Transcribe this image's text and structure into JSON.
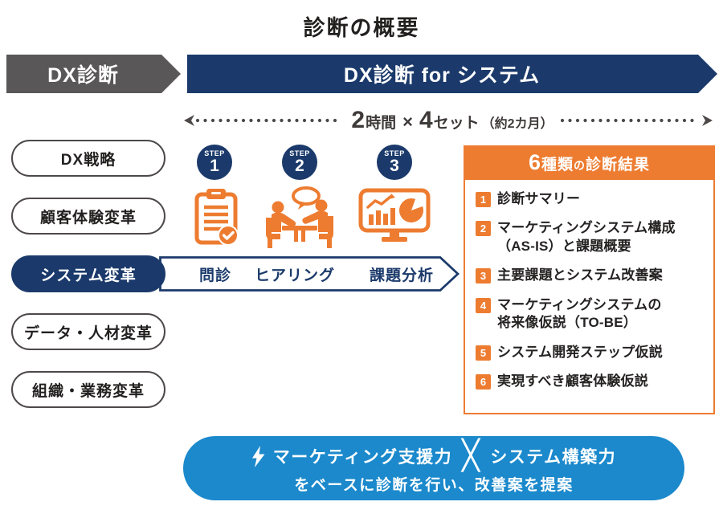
{
  "title": "診断の概要",
  "banners": {
    "left": "DX診断",
    "right": "DX診断 for システム"
  },
  "timeline": {
    "num1": "2",
    "unit1": "時間",
    "times": "×",
    "num2": "4",
    "unit2": "セット",
    "note": "（約2カ月）"
  },
  "pills": [
    {
      "label": "DX戦略",
      "active": false
    },
    {
      "label": "顧客体験変革",
      "active": false
    },
    {
      "label": "システム変革",
      "active": true
    },
    {
      "label": "データ・人材変革",
      "active": false
    },
    {
      "label": "組織・業務変革",
      "active": false
    }
  ],
  "steps": [
    {
      "word": "STEP",
      "num": "1",
      "task": "問診",
      "icon": "clipboard-check-icon"
    },
    {
      "word": "STEP",
      "num": "2",
      "task": "ヒアリング",
      "icon": "interview-icon"
    },
    {
      "word": "STEP",
      "num": "3",
      "task": "課題分析",
      "icon": "analysis-monitor-icon"
    }
  ],
  "results": {
    "header": {
      "count": "6",
      "unit": "種類",
      "particle": "の",
      "rest": "診断結果"
    },
    "items": [
      {
        "num": "1",
        "lines": [
          "診断サマリー"
        ]
      },
      {
        "num": "2",
        "lines": [
          "マーケティングシステム構成",
          "（AS-IS）と課題概要"
        ]
      },
      {
        "num": "3",
        "lines": [
          "主要課題とシステム改善案"
        ]
      },
      {
        "num": "4",
        "lines": [
          "マーケティングシステムの",
          "将来像仮説（TO-BE）"
        ]
      },
      {
        "num": "5",
        "lines": [
          "システム開発ステップ仮説"
        ]
      },
      {
        "num": "6",
        "lines": [
          "実現すべき顧客体験仮説"
        ]
      }
    ]
  },
  "footer": {
    "strength1": "マーケティング支援力",
    "times": "╳",
    "strength2": "システム構築力",
    "line2": "をベースに診断を行い、改善案を提案"
  },
  "colors": {
    "navy": "#1b3a6b",
    "orange": "#ed7c31",
    "blue": "#1b89cc",
    "gray": "#595757"
  }
}
